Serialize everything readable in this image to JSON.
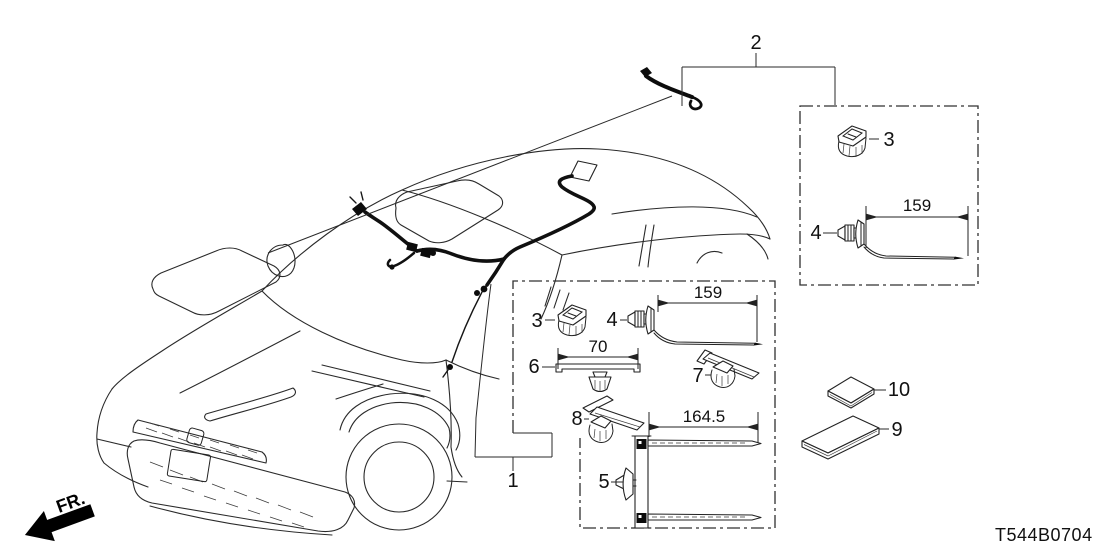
{
  "drawing": {
    "code": "T544B0704",
    "front_marker": "FR."
  },
  "callouts": {
    "harness_main": "1",
    "harness_sub": "2",
    "clip_main": "3",
    "cord_clip_main": "4",
    "clip_sub": "3",
    "cord_clip_sub": "4",
    "tie_bracket": "5",
    "band_clip": "6",
    "strap_clip_right": "7",
    "strap_clip_left": "8",
    "pad_large": "9",
    "pad_small": "10"
  },
  "dimensions": {
    "main_cord_length": "159",
    "sub_cord_length": "159",
    "band_length": "70",
    "bracket_length": "164.5"
  }
}
